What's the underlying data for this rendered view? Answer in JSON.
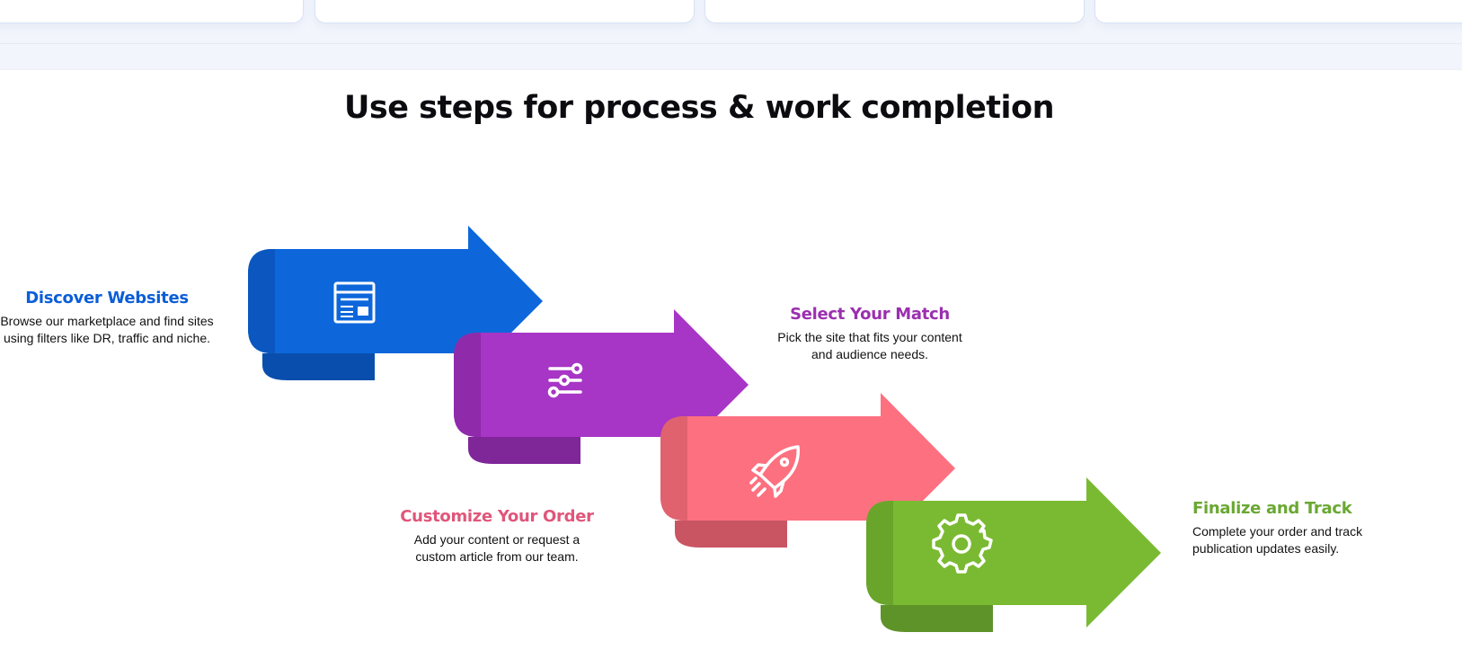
{
  "section": {
    "title": "Use steps for process & work completion"
  },
  "steps": [
    {
      "title": "Discover Websites",
      "description": "Browse our marketplace and find sites using filters like DR, traffic and niche.",
      "color": "#0b5ed7",
      "icon": "browser-window-icon"
    },
    {
      "title": "Select Your Match",
      "description": "Pick the site that fits your content and audience needs.",
      "color": "#9b2fb0",
      "icon": "sliders-icon"
    },
    {
      "title": "Customize Your Order",
      "description": "Add your content or request a custom article from our team.",
      "color": "#e0567a",
      "icon": "rocket-icon"
    },
    {
      "title": "Finalize and Track",
      "description": "Complete your order and track publication updates easily.",
      "color": "#6aa832",
      "icon": "gear-icon"
    }
  ],
  "colors": {
    "blue": "#0d67db",
    "purple": "#a735c6",
    "pink": "#fd7080",
    "green": "#7aba32"
  }
}
